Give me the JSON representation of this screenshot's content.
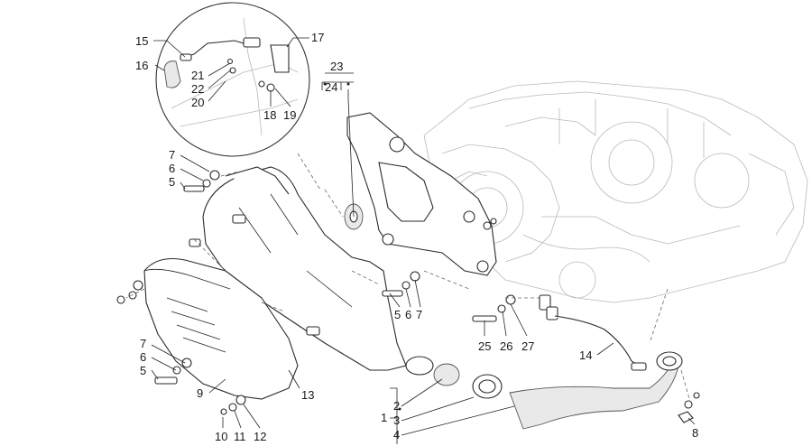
{
  "diagram": {
    "callouts": [
      {
        "id": "c15",
        "text": "15"
      },
      {
        "id": "c16",
        "text": "16"
      },
      {
        "id": "c17",
        "text": "17"
      },
      {
        "id": "c21",
        "text": "21"
      },
      {
        "id": "c22",
        "text": "22"
      },
      {
        "id": "c20",
        "text": "20"
      },
      {
        "id": "c18",
        "text": "18"
      },
      {
        "id": "c19",
        "text": "19"
      },
      {
        "id": "c23",
        "text": "23"
      },
      {
        "id": "c24",
        "text": "24"
      },
      {
        "id": "c7a",
        "text": "7"
      },
      {
        "id": "c6a",
        "text": "6"
      },
      {
        "id": "c5a",
        "text": "5"
      },
      {
        "id": "c5b",
        "text": "5"
      },
      {
        "id": "c6b",
        "text": "6"
      },
      {
        "id": "c7b",
        "text": "7"
      },
      {
        "id": "c7c",
        "text": "7"
      },
      {
        "id": "c6c",
        "text": "6"
      },
      {
        "id": "c5c",
        "text": "5"
      },
      {
        "id": "c25",
        "text": "25"
      },
      {
        "id": "c26",
        "text": "26"
      },
      {
        "id": "c27",
        "text": "27"
      },
      {
        "id": "c14",
        "text": "14"
      },
      {
        "id": "c9",
        "text": "9"
      },
      {
        "id": "c13",
        "text": "13"
      },
      {
        "id": "c1",
        "text": "1"
      },
      {
        "id": "c2",
        "text": "2"
      },
      {
        "id": "c3",
        "text": "3"
      },
      {
        "id": "c4",
        "text": "4"
      },
      {
        "id": "c8",
        "text": "8"
      },
      {
        "id": "c10",
        "text": "10"
      },
      {
        "id": "c11",
        "text": "11"
      },
      {
        "id": "c12",
        "text": "12"
      }
    ]
  }
}
